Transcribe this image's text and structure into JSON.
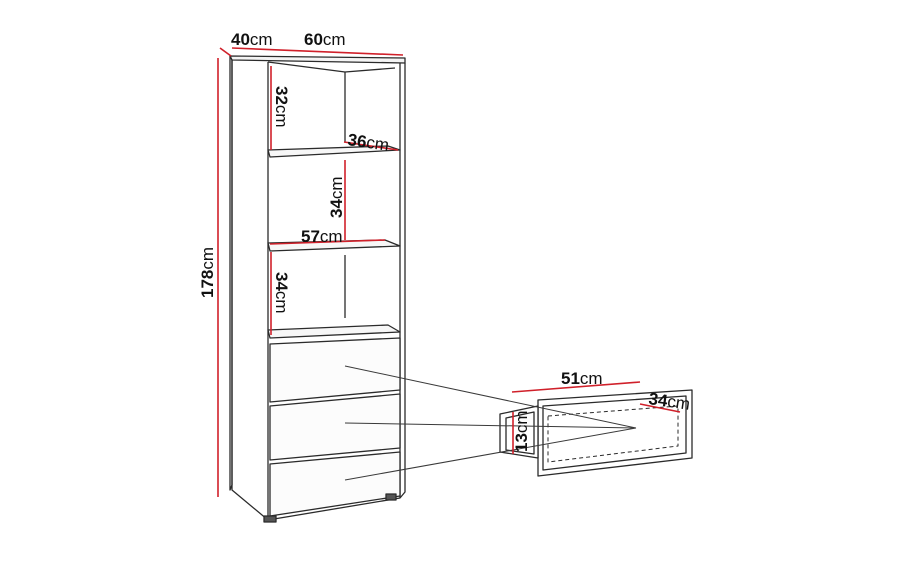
{
  "colors": {
    "outline": "#2b2b2b",
    "dimension_line": "#d0202a",
    "pointer_line": "#3a3a3a",
    "text": "#111111"
  },
  "unit": "cm",
  "dimensions": {
    "depth_top": "40",
    "width_top": "60",
    "height_total": "178",
    "shelf_height_top": "32",
    "shelf_depth": "36",
    "shelf_height_middle": "34",
    "shelf_width": "57",
    "shelf_height_bottom": "34",
    "drawer_width": "51",
    "drawer_depth": "34",
    "drawer_height": "13"
  }
}
